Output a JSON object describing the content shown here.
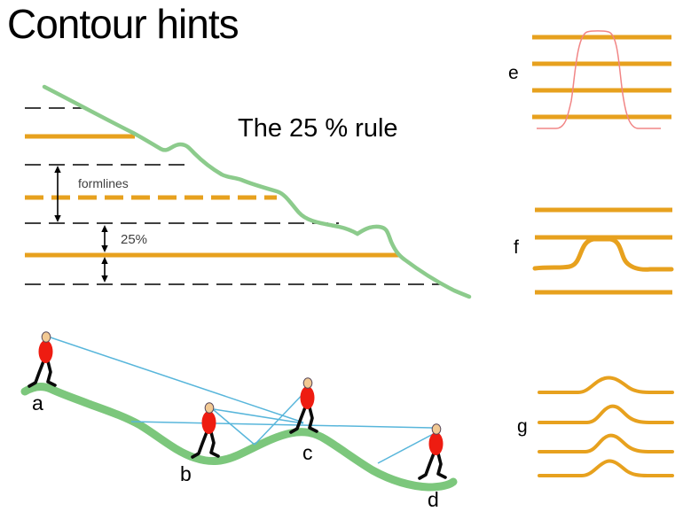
{
  "title": "Contour hints",
  "rule_diagram": {
    "heading": "The 25 % rule",
    "formlines_label": "formlines",
    "percent_label": "25%"
  },
  "profile_diagram": {
    "person_labels": {
      "a": "a",
      "b": "b",
      "c": "c",
      "d": "d"
    }
  },
  "contour_examples": {
    "e": "e",
    "f": "f",
    "g": "g"
  },
  "colors": {
    "orange": "#E7A11E",
    "slope_green": "#8CCB8C",
    "terrain_green": "#7CC77C",
    "knoll_red": "#F18585",
    "sight_blue": "#58B6DB",
    "person_red": "#EE1C11",
    "person_skin": "#F2C993",
    "line_black": "#000000",
    "label_gray": "#3F3F3F"
  }
}
